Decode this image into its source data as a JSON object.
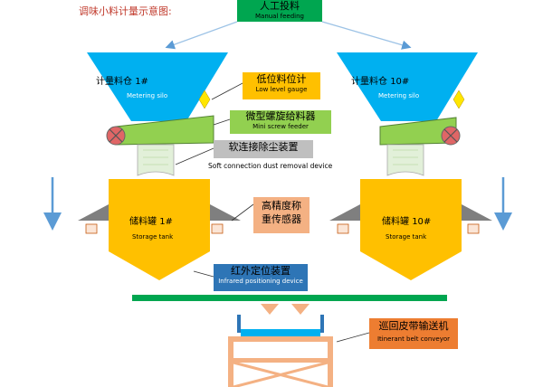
{
  "heading": "调味小料计量示意图:",
  "manual_feeding": {
    "cn": "人工投料",
    "en": "Manual feeding"
  },
  "left_unit": {
    "silo_cn": "计量料仓",
    "silo_no": "1#",
    "silo_en": "Metering silo",
    "tank_cn": "储料罐",
    "tank_no": "1#",
    "tank_en": "Storage tank"
  },
  "right_unit": {
    "silo_cn": "计量料仓",
    "silo_no": "10#",
    "silo_en": "Metering silo",
    "tank_cn": "储料罐",
    "tank_no": "10#",
    "tank_en": "Storage tank"
  },
  "callouts": {
    "level_gauge": {
      "cn": "低位料位计",
      "en": "Low level gauge"
    },
    "screw_feeder": {
      "cn": "微型螺旋给料器",
      "en": "Mini screw feeder"
    },
    "dust_device": {
      "cn": "软连接除尘装置",
      "en": "Soft connection dust removal device"
    },
    "weighing_sensor": {
      "cn1": "高精度称",
      "cn2": "重传感器"
    },
    "infrared": {
      "cn": "红外定位装置",
      "en": "Infrared positioning device"
    },
    "belt_conveyor": {
      "cn": "巡回皮带输送机",
      "en": "Itinerant belt conveyor"
    }
  },
  "colors": {
    "green": "#00a650",
    "silo_blue": "#00b0f0",
    "tank_yellow": "#ffc000",
    "label_orange": "#ffc000",
    "sensor_peach": "#f4b183",
    "feeder_green": "#92d050",
    "infrared_blue": "#2e75b6",
    "conveyor_orange": "#ed7d31",
    "gray_label": "#bfbfbf",
    "arrow_blue": "#5b9bd5",
    "valve_red": "#e06666"
  }
}
